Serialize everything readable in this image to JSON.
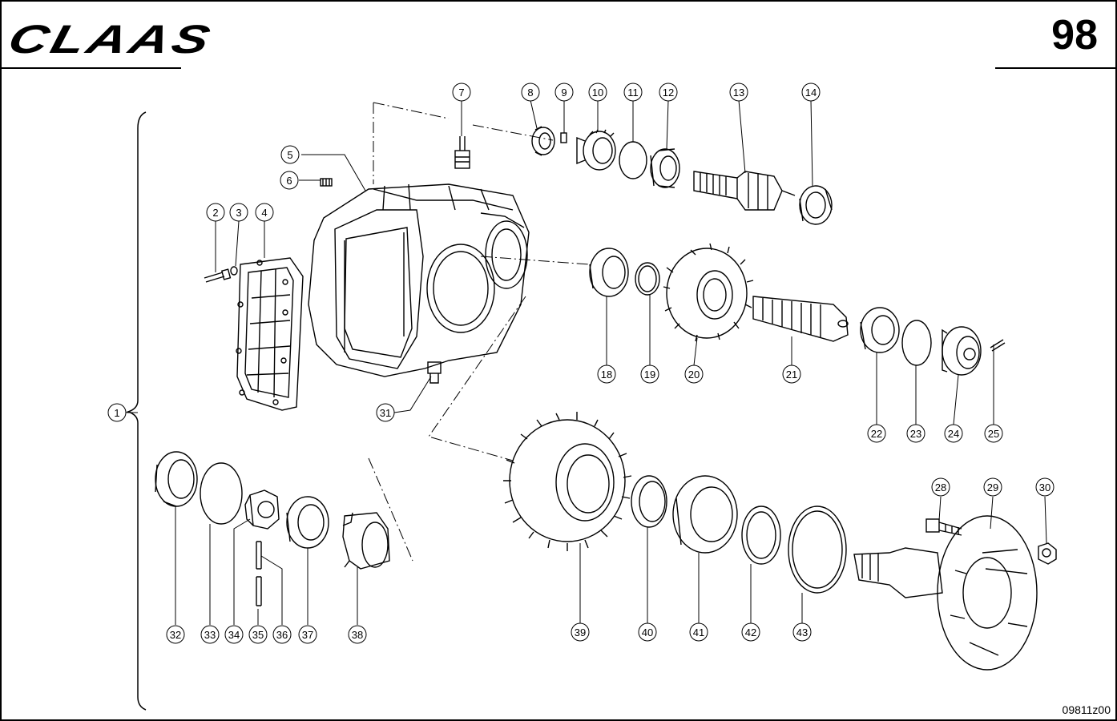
{
  "header": {
    "brand": "CLAAS",
    "page_number": "98"
  },
  "footer": {
    "drawing_code": "09811z00"
  },
  "diagram": {
    "callouts": [
      "1",
      "2",
      "3",
      "4",
      "5",
      "6",
      "7",
      "8",
      "9",
      "10",
      "11",
      "12",
      "13",
      "14",
      "18",
      "19",
      "20",
      "21",
      "22",
      "23",
      "24",
      "25",
      "28",
      "29",
      "30",
      "31",
      "32",
      "33",
      "34",
      "35",
      "36",
      "37",
      "38",
      "39",
      "40",
      "41",
      "42",
      "43"
    ]
  },
  "colors": {
    "ink": "#000000",
    "paper": "#ffffff"
  }
}
